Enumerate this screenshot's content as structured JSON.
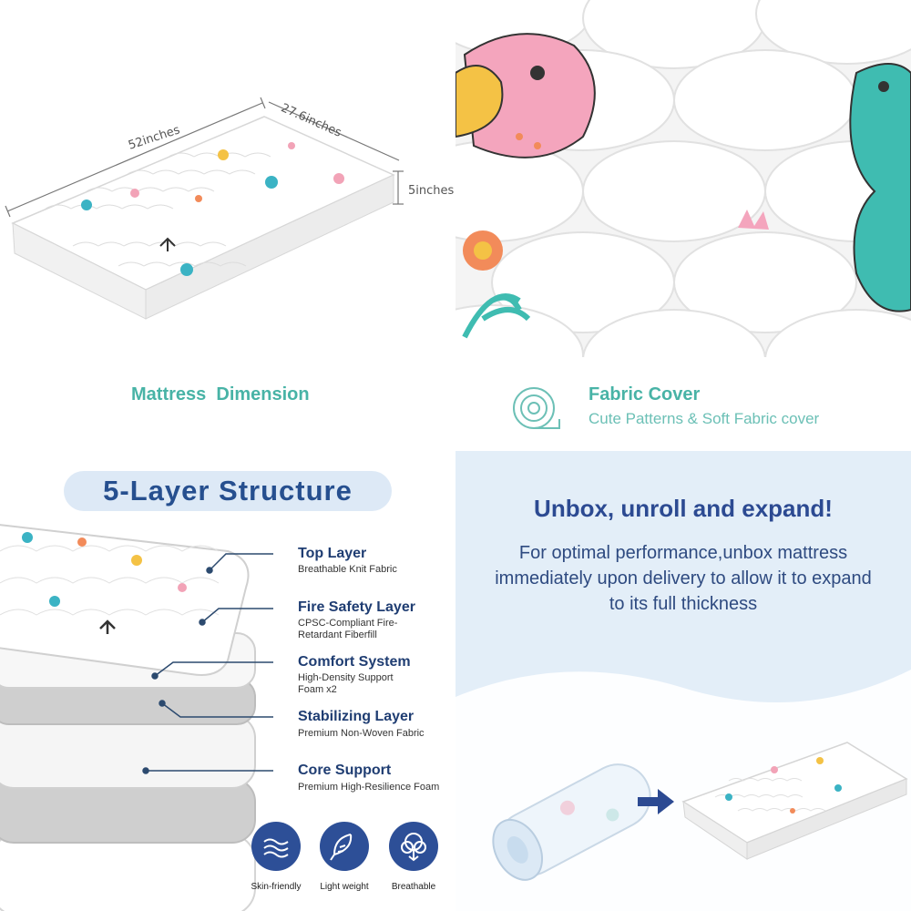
{
  "dimension_panel": {
    "length": "52inches",
    "width": "27.6inches",
    "height": "5inches",
    "caption": "Mattress  Dimension"
  },
  "fabric_panel": {
    "title": "Fabric Cover",
    "subtitle": "Cute Patterns & Soft Fabric cover",
    "icon": "fabric-roll-icon"
  },
  "layers_panel": {
    "title": "5-Layer Structure",
    "layers": [
      {
        "name": "Top Layer",
        "desc": "Breathable Knit Fabric"
      },
      {
        "name": "Fire Safety Layer",
        "desc": "CPSC-Compliant Fire-Retardant Fiberfill"
      },
      {
        "name": "Comfort System",
        "desc": "High-Density Support Foam x2"
      },
      {
        "name": "Stabilizing Layer",
        "desc": "Premium Non-Woven Fabric"
      },
      {
        "name": "Core Support",
        "desc": "Premium High-Resilience Foam"
      }
    ],
    "features": [
      {
        "label": "Skin-friendly",
        "icon": "waves-icon"
      },
      {
        "label": "Light weight",
        "icon": "feather-icon"
      },
      {
        "label": "Breathable",
        "icon": "tree-air-icon"
      }
    ]
  },
  "unbox_panel": {
    "title": "Unbox, unroll and expand!",
    "body": "For optimal performance,unbox mattress immediately upon delivery to allow it to expand to its full thickness"
  },
  "colors": {
    "teal": "#48b3a6",
    "navy": "#2c4a92",
    "light_blue": "#e3eef8"
  }
}
